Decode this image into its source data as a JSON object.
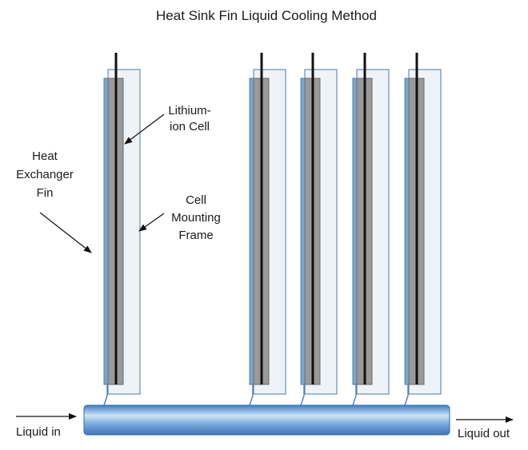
{
  "title": "Heat Sink Fin Liquid Cooling Method",
  "labels": {
    "cell_line1": "Lithium-",
    "cell_line2": "ion Cell",
    "fin_line1": "Heat",
    "fin_line2": "Exchanger",
    "fin_line3": "Fin",
    "frame_line1": "Cell",
    "frame_line2": "Mounting",
    "frame_line3": "Frame",
    "liquid_in": "Liquid in",
    "liquid_out": "Liquid out"
  },
  "colors": {
    "frame_fill": "#eef3f8",
    "frame_stroke": "#4a7aa8",
    "fin": "#7ba6d0",
    "cell": "#9a9a9a",
    "lead": "#111111",
    "pipe_top": "#d6e7f7",
    "pipe_mid": "#7fb0e0",
    "pipe_bottom": "#3f7cc2"
  }
}
